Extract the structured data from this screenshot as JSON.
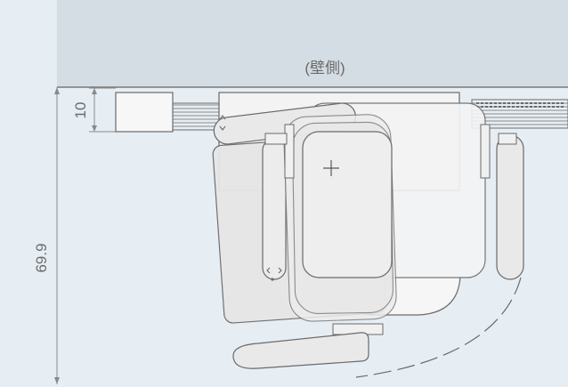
{
  "wall": {
    "label": "(壁側)"
  },
  "dimensions": {
    "wall_clearance": "10",
    "depth": "69.9"
  },
  "colors": {
    "background": "#e6eef4",
    "wall": "#d4dde3",
    "outline": "#6a6a6a",
    "panel": "#e9e9e9",
    "panel_dark": "#c9c9c9",
    "text": "#6b6b6b"
  },
  "icons": {
    "back_handle_arrows": "up-down-arrows-icon",
    "seat_cross": "plus-mark-icon",
    "armrest_arrows": "left-right-arrows-icon"
  }
}
